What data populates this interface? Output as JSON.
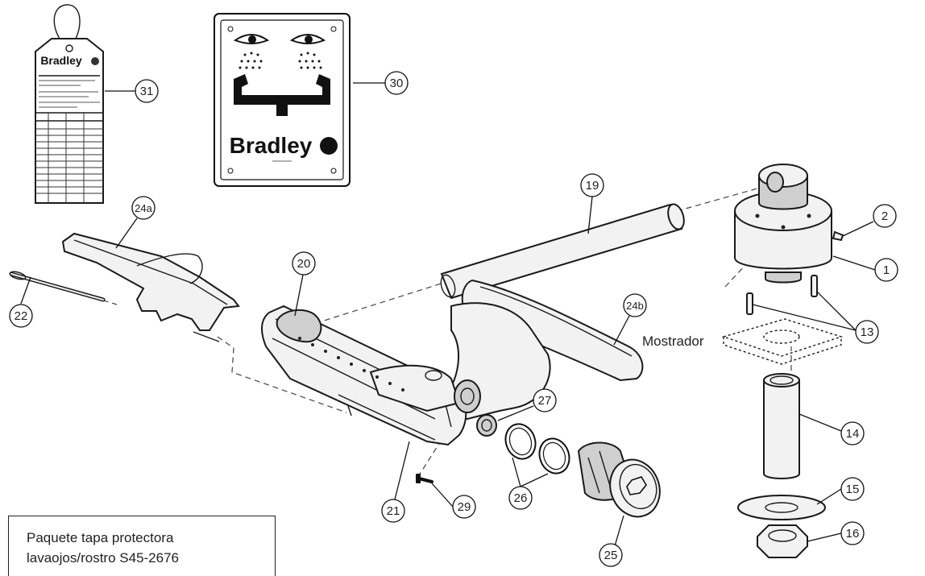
{
  "sign_brand": "Bradley",
  "tag_brand": "Bradley",
  "counter_label": "Mostrador",
  "note": {
    "line1": "Paquete tapa protectora",
    "line2": "lavaojos/rostro S45-2676"
  },
  "callouts": [
    {
      "id": "31",
      "label": "31"
    },
    {
      "id": "30",
      "label": "30"
    },
    {
      "id": "24a",
      "label": "24a"
    },
    {
      "id": "22",
      "label": "22"
    },
    {
      "id": "20",
      "label": "20"
    },
    {
      "id": "19",
      "label": "19"
    },
    {
      "id": "2",
      "label": "2"
    },
    {
      "id": "1",
      "label": "1"
    },
    {
      "id": "24b",
      "label": "24b"
    },
    {
      "id": "13",
      "label": "13"
    },
    {
      "id": "27",
      "label": "27"
    },
    {
      "id": "14",
      "label": "14"
    },
    {
      "id": "21",
      "label": "21"
    },
    {
      "id": "26",
      "label": "26"
    },
    {
      "id": "29",
      "label": "29"
    },
    {
      "id": "15",
      "label": "15"
    },
    {
      "id": "25",
      "label": "25"
    },
    {
      "id": "16",
      "label": "16"
    }
  ]
}
